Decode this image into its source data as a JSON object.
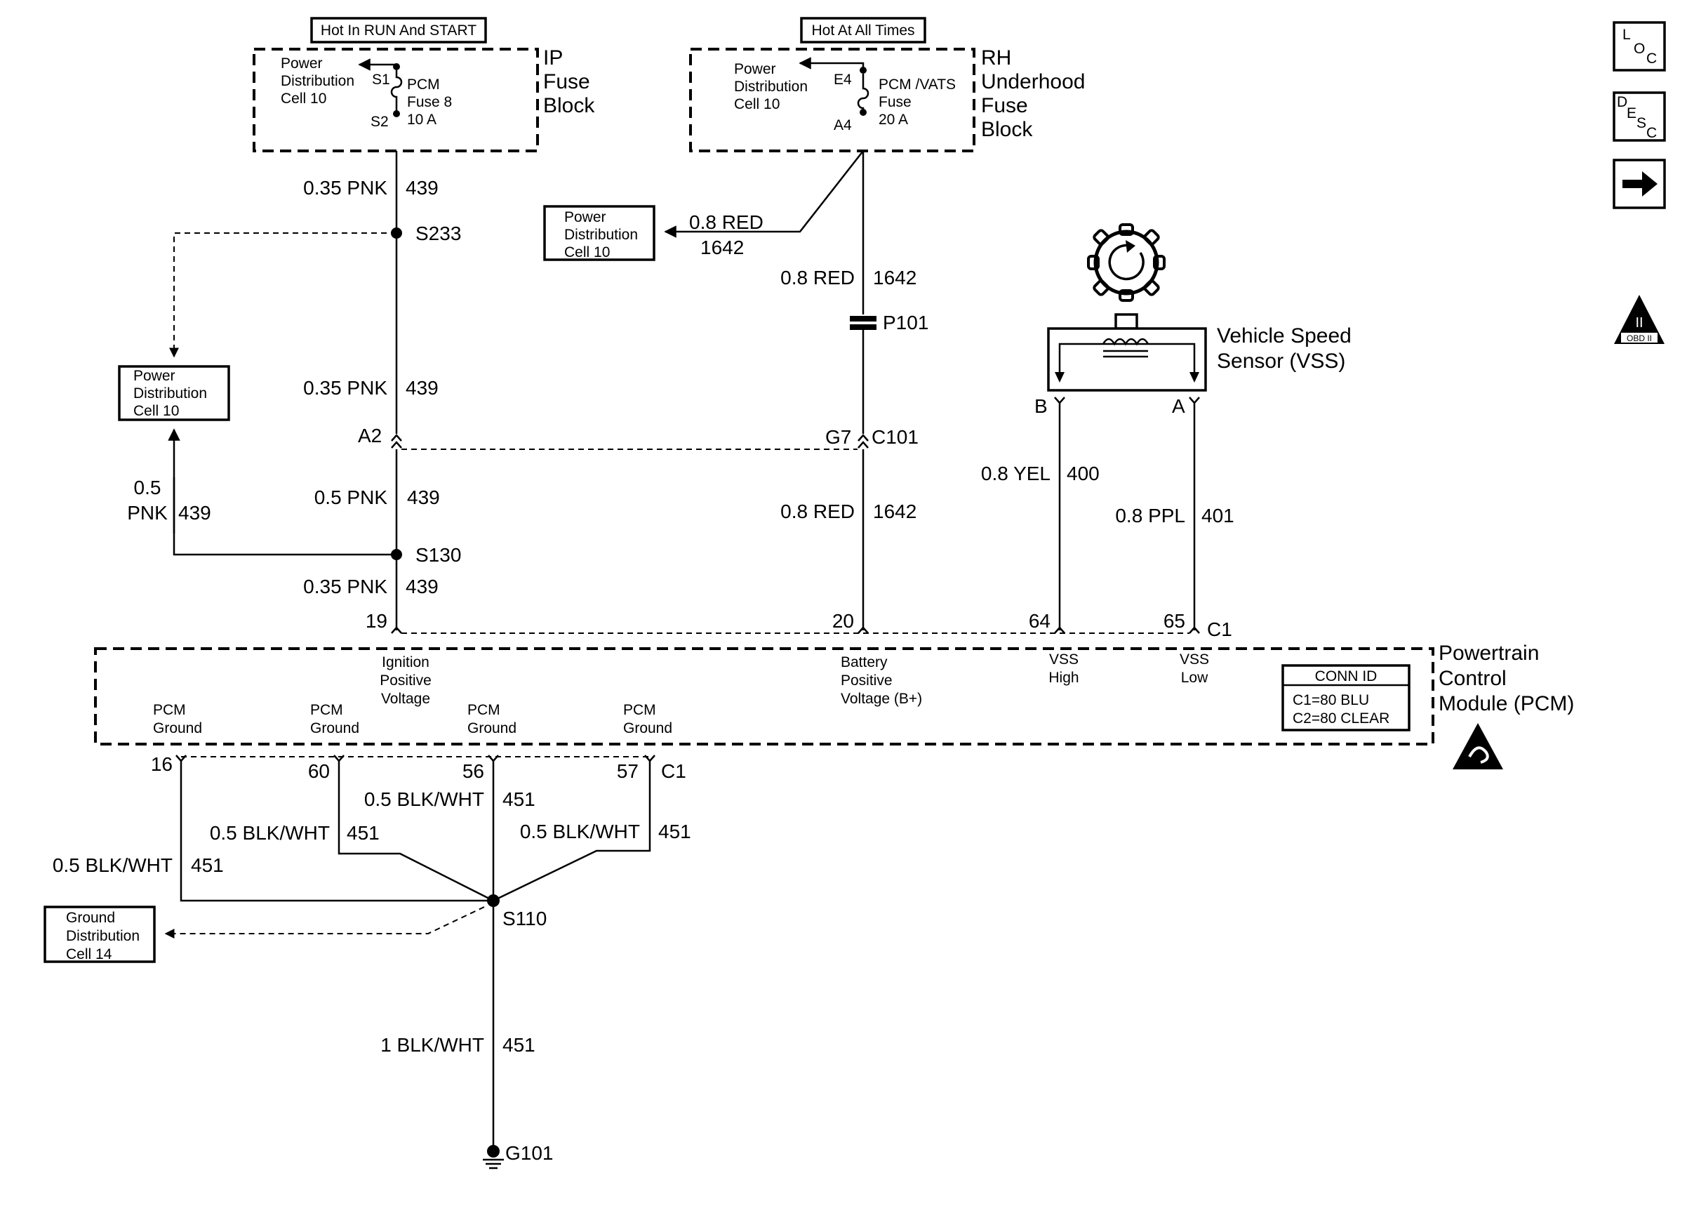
{
  "nav": {
    "loc_icon": "LOC",
    "desc_icon": "DESC",
    "next_icon": "arrow-right",
    "obd_badge": "OBD II"
  },
  "ip_fuse_block": {
    "header": "Hot In RUN And START",
    "title_1": "IP",
    "title_2": "Fuse",
    "title_3": "Block",
    "pd_1": "Power",
    "pd_2": "Distribution",
    "pd_3": "Cell 10",
    "pin_top": "S1",
    "pin_bottom": "S2",
    "fuse_1": "PCM",
    "fuse_2": "Fuse 8",
    "fuse_3": "10 A"
  },
  "rh_fuse_block": {
    "header": "Hot At All Times",
    "title_1": "RH",
    "title_2": "Underhood",
    "title_3": "Fuse",
    "title_4": "Block",
    "pd_1": "Power",
    "pd_2": "Distribution",
    "pd_3": "Cell 10",
    "pin_top": "E4",
    "pin_bottom": "A4",
    "fuse_1": "PCM /VATS",
    "fuse_2": "Fuse",
    "fuse_3": "20 A"
  },
  "ref_boxes": {
    "pd_right": {
      "l1": "Power",
      "l2": "Distribution",
      "l3": "Cell 10"
    },
    "pd_left": {
      "l1": "Power",
      "l2": "Distribution",
      "l3": "Cell 10"
    },
    "ground": {
      "l1": "Ground",
      "l2": "Distribution",
      "l3": "Cell 14"
    }
  },
  "wires": {
    "w439_a": {
      "wire": "0.35 PNK",
      "circuit": "439"
    },
    "w439_b": {
      "wire": "0.35 PNK",
      "circuit": "439"
    },
    "w439_c": {
      "wire": "0.5 PNK",
      "circuit": "439"
    },
    "w439_d": {
      "wire": "0.35 PNK",
      "circuit": "439"
    },
    "w439_branch": {
      "wire_1": "0.5",
      "wire_2": "PNK",
      "circuit": "439"
    },
    "w1642_branch": {
      "wire": "0.8 RED",
      "circuit": "1642"
    },
    "w1642_a": {
      "wire": "0.8 RED",
      "circuit": "1642"
    },
    "w1642_b": {
      "wire": "0.8 RED",
      "circuit": "1642"
    },
    "w400": {
      "wire": "0.8 YEL",
      "circuit": "400"
    },
    "w401": {
      "wire": "0.8 PPL",
      "circuit": "401"
    },
    "w451_p16": {
      "wire": "0.5 BLK/WHT",
      "circuit": "451"
    },
    "w451_p60": {
      "wire": "0.5 BLK/WHT",
      "circuit": "451"
    },
    "w451_p56": {
      "wire": "0.5 BLK/WHT",
      "circuit": "451"
    },
    "w451_p57": {
      "wire": "0.5 BLK/WHT",
      "circuit": "451"
    },
    "w451_main": {
      "wire": "1 BLK/WHT",
      "circuit": "451"
    }
  },
  "splices": {
    "s233": "S233",
    "s130": "S130",
    "s110": "S110"
  },
  "connectors": {
    "a2": "A2",
    "g7": "G7",
    "c101": "C101",
    "p101": "P101",
    "pin19": "19",
    "pin20": "20",
    "pin64": "64",
    "pin65": "65",
    "c1_top": "C1",
    "pin16": "16",
    "pin60": "60",
    "pin56": "56",
    "pin57": "57",
    "c1_bottom": "C1",
    "vss_b": "B",
    "vss_a": "A"
  },
  "vss": {
    "name_1": "Vehicle Speed",
    "name_2": "Sensor (VSS)"
  },
  "pcm": {
    "title_1": "Powertrain",
    "title_2": "Control",
    "title_3": "Module (PCM)",
    "ign_1": "Ignition",
    "ign_2": "Positive",
    "ign_3": "Voltage",
    "bat_1": "Battery",
    "bat_2": "Positive",
    "bat_3": "Voltage (B+)",
    "vssh_1": "VSS",
    "vssh_2": "High",
    "vssl_1": "VSS",
    "vssl_2": "Low",
    "gnd_1": "PCM",
    "gnd_2": "Ground",
    "conn_title": "CONN ID",
    "conn_c1": "C1=80 BLU",
    "conn_c2": "C2=80 CLEAR"
  },
  "ground": {
    "g101": "G101"
  }
}
